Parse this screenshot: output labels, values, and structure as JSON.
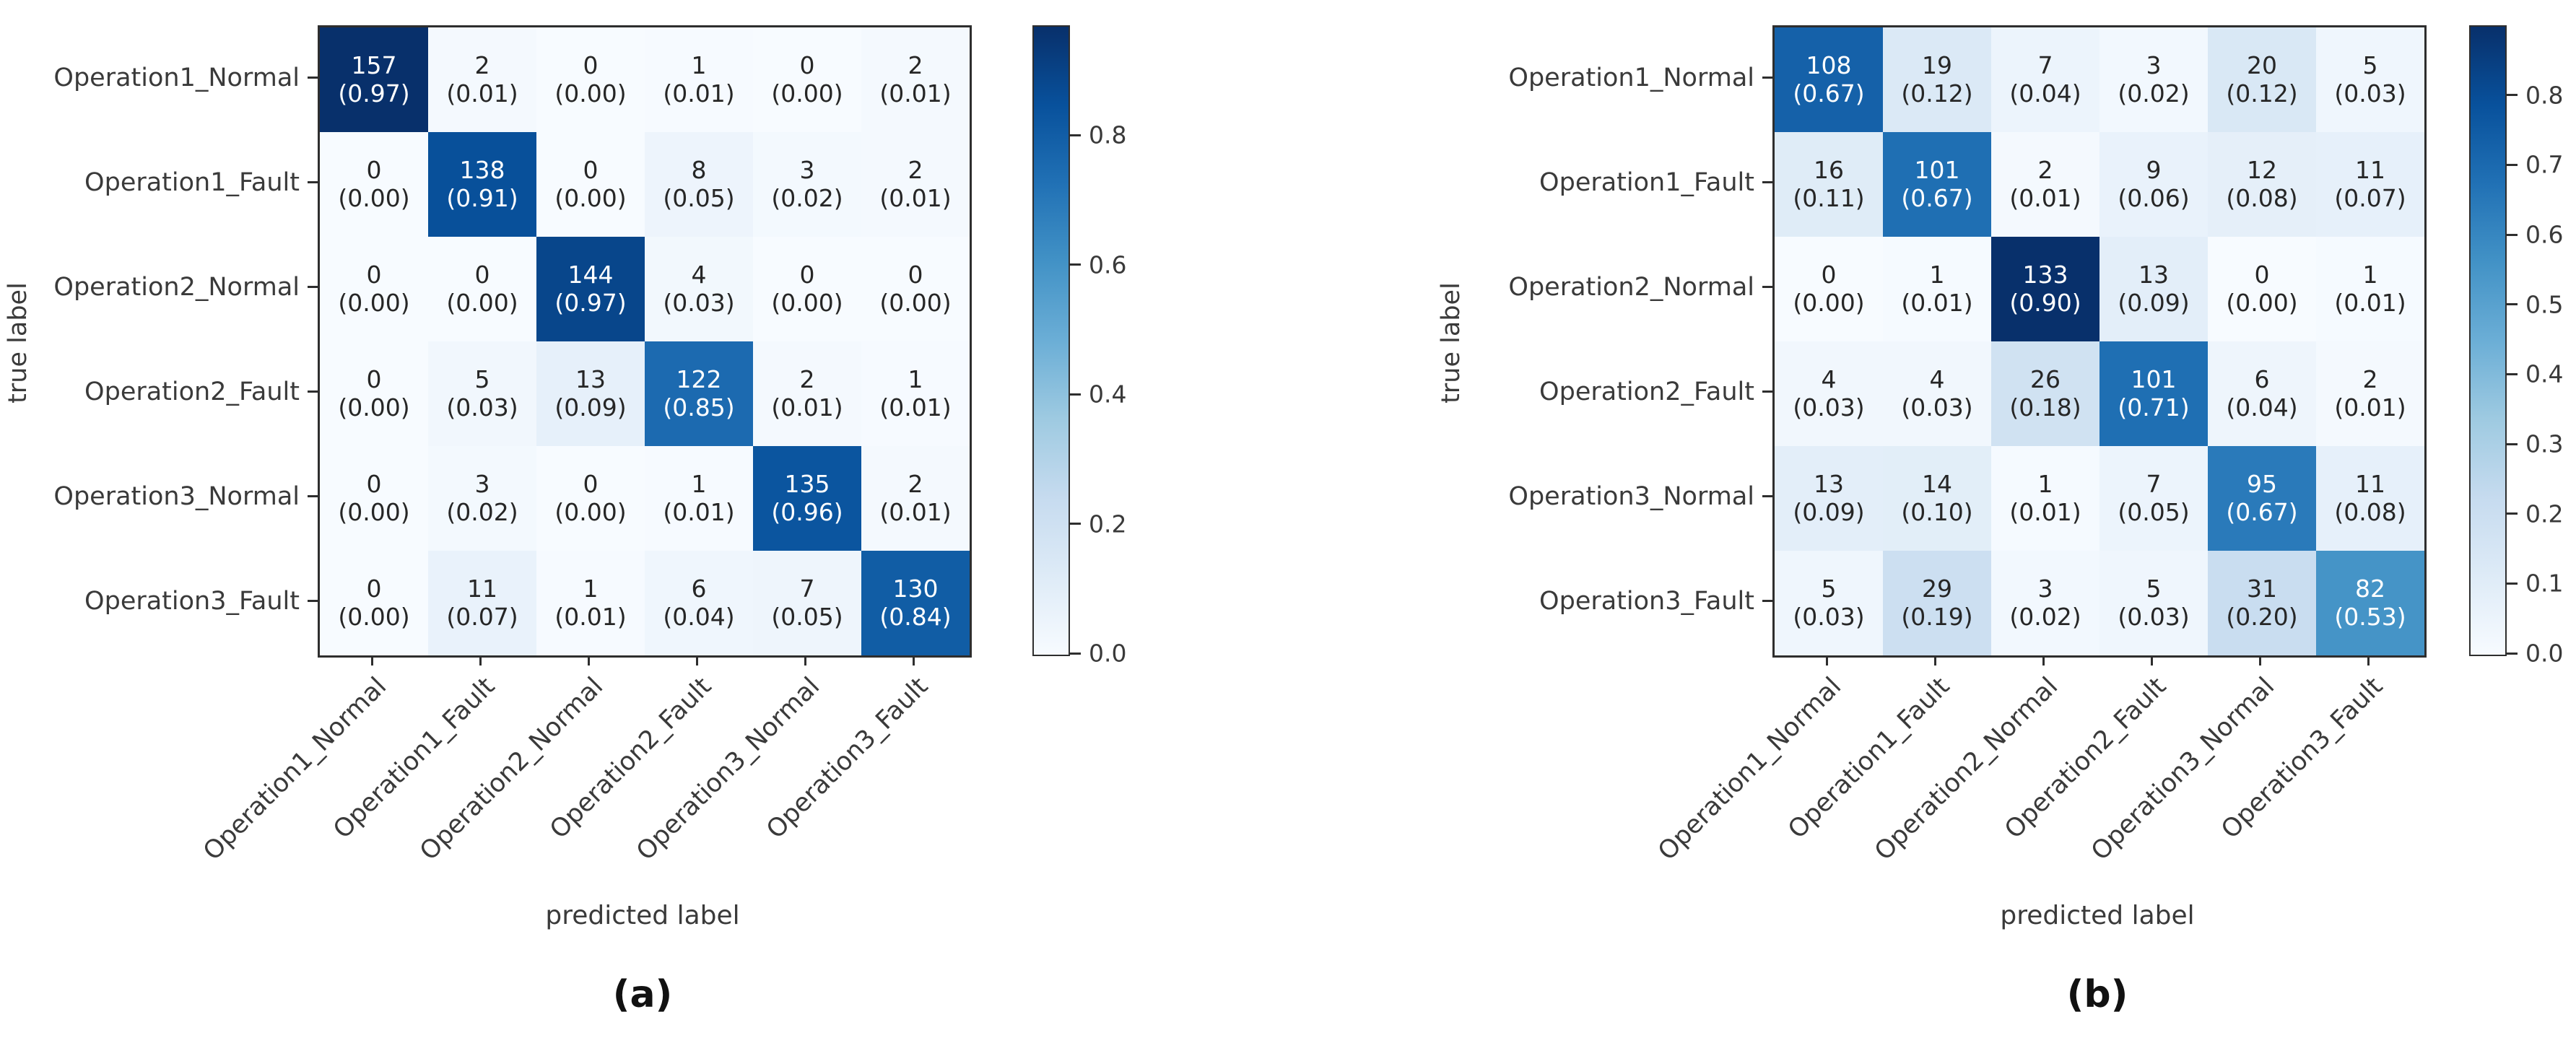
{
  "colors": {
    "blues_anchors": [
      "#f7fbff",
      "#deebf7",
      "#c6dbef",
      "#9ecae1",
      "#6baed6",
      "#4292c6",
      "#2171b5",
      "#08519c",
      "#08306b"
    ],
    "spine": "#2e2e2e",
    "dark_cell_text": "#ffffff",
    "light_cell_text": "#262626"
  },
  "chart_data": [
    {
      "type": "heatmap",
      "title": "(a)",
      "xlabel": "predicted label",
      "ylabel": "true label",
      "colormap": "Blues",
      "categories": [
        "Operation1_Normal",
        "Operation1_Fault",
        "Operation2_Normal",
        "Operation2_Fault",
        "Operation3_Normal",
        "Operation3_Fault"
      ],
      "counts": [
        [
          157,
          2,
          0,
          1,
          0,
          2
        ],
        [
          0,
          138,
          0,
          8,
          3,
          2
        ],
        [
          0,
          0,
          144,
          4,
          0,
          0
        ],
        [
          0,
          5,
          13,
          122,
          2,
          1
        ],
        [
          0,
          3,
          0,
          1,
          135,
          2
        ],
        [
          0,
          11,
          1,
          6,
          7,
          130
        ]
      ],
      "proportions": [
        [
          0.97,
          0.01,
          0.0,
          0.01,
          0.0,
          0.01
        ],
        [
          0.0,
          0.91,
          0.0,
          0.05,
          0.02,
          0.01
        ],
        [
          0.0,
          0.0,
          0.97,
          0.03,
          0.0,
          0.0
        ],
        [
          0.0,
          0.03,
          0.09,
          0.85,
          0.01,
          0.01
        ],
        [
          0.0,
          0.02,
          0.0,
          0.01,
          0.96,
          0.01
        ],
        [
          0.0,
          0.07,
          0.01,
          0.04,
          0.05,
          0.84
        ]
      ],
      "colorbar": {
        "ticks": [
          0.0,
          0.2,
          0.4,
          0.6,
          0.8
        ],
        "vmin": 0.0,
        "vmax": 0.97
      },
      "legend_position": "right",
      "grid": false
    },
    {
      "type": "heatmap",
      "title": "(b)",
      "xlabel": "predicted label",
      "ylabel": "true label",
      "colormap": "Blues",
      "categories": [
        "Operation1_Normal",
        "Operation1_Fault",
        "Operation2_Normal",
        "Operation2_Fault",
        "Operation3_Normal",
        "Operation3_Fault"
      ],
      "counts": [
        [
          108,
          19,
          7,
          3,
          20,
          5
        ],
        [
          16,
          101,
          2,
          9,
          12,
          11
        ],
        [
          0,
          1,
          133,
          13,
          0,
          1
        ],
        [
          4,
          4,
          26,
          101,
          6,
          2
        ],
        [
          13,
          14,
          1,
          7,
          95,
          11
        ],
        [
          5,
          29,
          3,
          5,
          31,
          82
        ]
      ],
      "proportions": [
        [
          0.67,
          0.12,
          0.04,
          0.02,
          0.12,
          0.03
        ],
        [
          0.11,
          0.67,
          0.01,
          0.06,
          0.08,
          0.07
        ],
        [
          0.0,
          0.01,
          0.9,
          0.09,
          0.0,
          0.01
        ],
        [
          0.03,
          0.03,
          0.18,
          0.71,
          0.04,
          0.01
        ],
        [
          0.09,
          0.1,
          0.01,
          0.05,
          0.67,
          0.08
        ],
        [
          0.03,
          0.19,
          0.02,
          0.03,
          0.2,
          0.53
        ]
      ],
      "colorbar": {
        "ticks": [
          0.0,
          0.1,
          0.2,
          0.3,
          0.4,
          0.5,
          0.6,
          0.7,
          0.8
        ],
        "vmin": 0.0,
        "vmax": 0.9
      },
      "legend_position": "right",
      "grid": false
    }
  ]
}
